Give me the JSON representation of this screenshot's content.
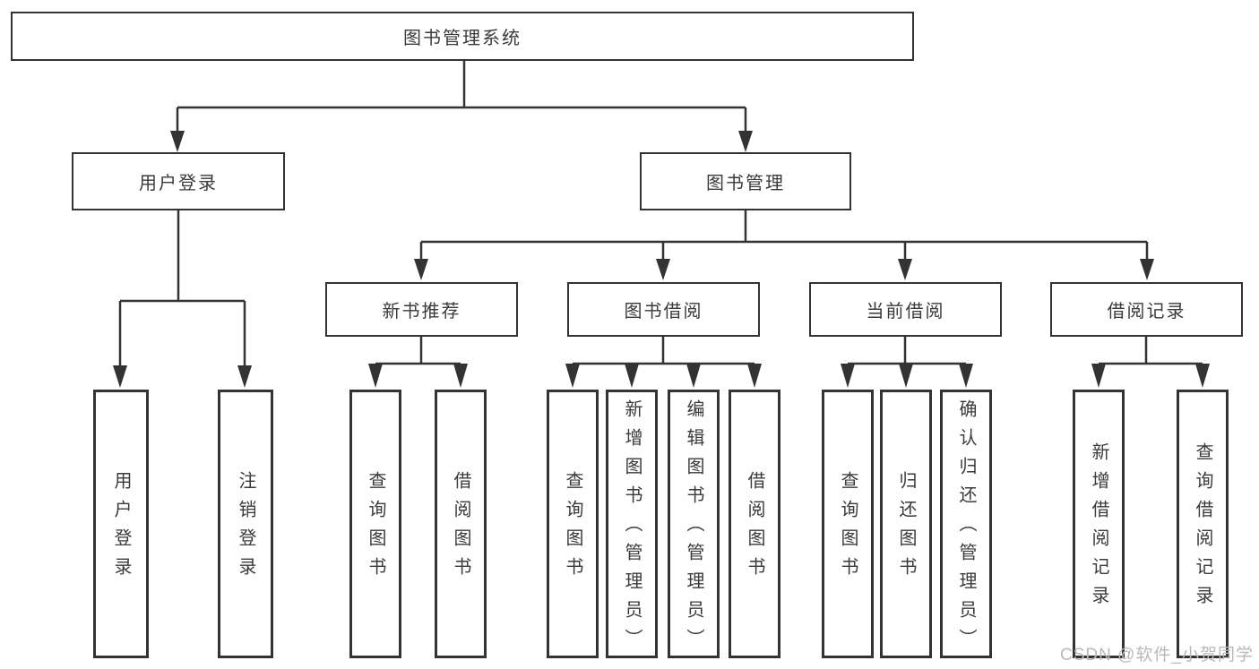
{
  "colors": {
    "line": "#333333",
    "text": "#3a3a3a",
    "watermark_text": "#b9b9b9"
  },
  "tree": {
    "root": {
      "label": "图书管理系统",
      "children": [
        {
          "label": "用户登录",
          "children": [
            {
              "label": "用户登录"
            },
            {
              "label": "注销登录"
            }
          ]
        },
        {
          "label": "图书管理",
          "children": [
            {
              "label": "新书推荐",
              "children": [
                {
                  "label": "查询图书"
                },
                {
                  "label": "借阅图书"
                }
              ]
            },
            {
              "label": "图书借阅",
              "children": [
                {
                  "label": "查询图书"
                },
                {
                  "label": "新增图书（管理员）"
                },
                {
                  "label": "编辑图书（管理员）"
                },
                {
                  "label": "借阅图书"
                }
              ]
            },
            {
              "label": "当前借阅",
              "children": [
                {
                  "label": "查询图书"
                },
                {
                  "label": "归还图书"
                },
                {
                  "label": "确认归还（管理员）"
                }
              ]
            },
            {
              "label": "借阅记录",
              "children": [
                {
                  "label": "新增借阅记录"
                },
                {
                  "label": "查询借阅记录"
                }
              ]
            }
          ]
        }
      ]
    }
  },
  "watermark": "CSDN @软件_小贺同学"
}
